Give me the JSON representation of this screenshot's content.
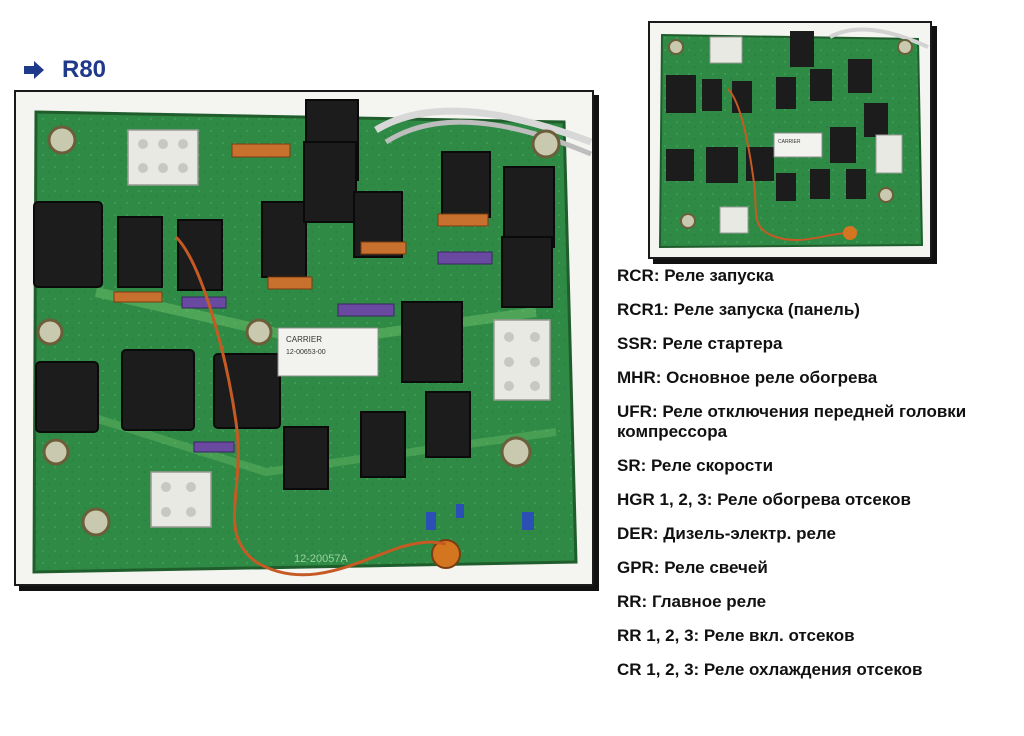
{
  "header": {
    "title": "R80",
    "arrow_icon": "arrow-right-icon",
    "accent_color": "#1f3a8a"
  },
  "photos": {
    "main_board_image": "relay-board-photo",
    "inset_board_image": "relay-board-overview-photo",
    "main_board_labels": {
      "carrier_sticker": "CARRIER",
      "sticker_code": "12-00653-00",
      "silkscreen": "12-20057A"
    },
    "inset_board_labels": {
      "carrier_sticker": "CARRIER"
    }
  },
  "legend": {
    "items": [
      "RCR: Реле запуска",
      "RCR1: Реле запуска (панель)",
      "SSR: Реле стартера",
      "MHR: Основное реле обогрева",
      "UFR: Реле отключения передней головки компрессора",
      "SR: Реле скорости",
      "HGR 1, 2, 3: Реле обогрева отсеков",
      "DER: Дизель-электр. реле",
      "GPR: Реле свечей",
      "RR: Главное реле",
      "RR 1, 2, 3: Реле вкл. отсеков",
      "CR 1, 2, 3: Реле охлаждения отсеков"
    ]
  }
}
